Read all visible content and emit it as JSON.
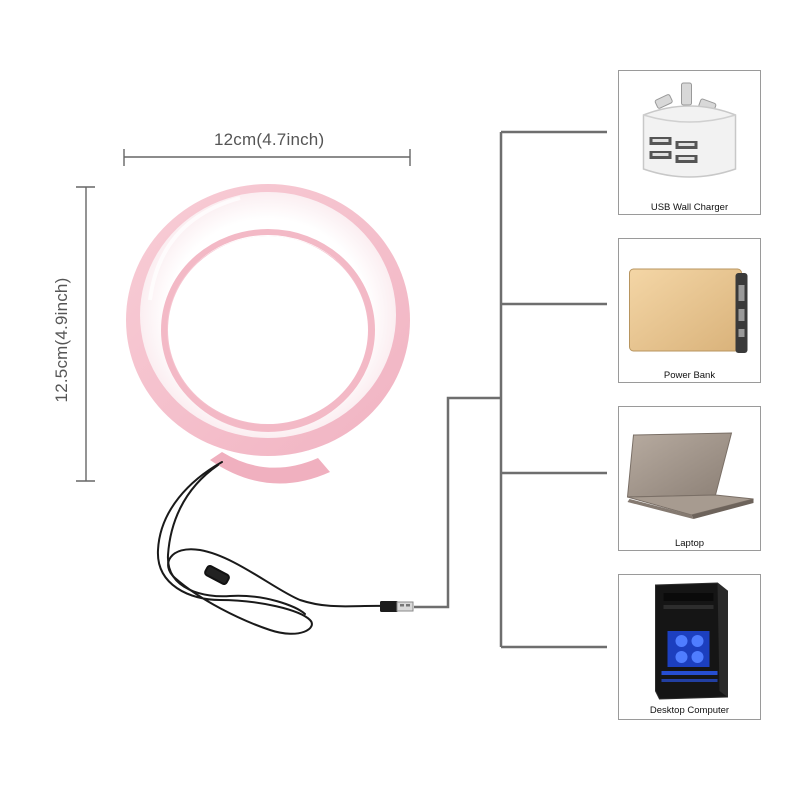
{
  "dimensions": {
    "width_label": "12cm(4.7inch)",
    "height_label": "12.5cm(4.9inch)"
  },
  "product": {
    "ring_color": "#f5c4cf",
    "cable_color": "#1a1a1a"
  },
  "connector_color": "#6e6e6e",
  "devices": [
    {
      "label": "USB Wall Charger",
      "icon": "usb-wall-charger-icon"
    },
    {
      "label": "Power Bank",
      "icon": "power-bank-icon"
    },
    {
      "label": "Laptop",
      "icon": "laptop-icon"
    },
    {
      "label": "Desktop Computer",
      "icon": "desktop-computer-icon"
    }
  ]
}
